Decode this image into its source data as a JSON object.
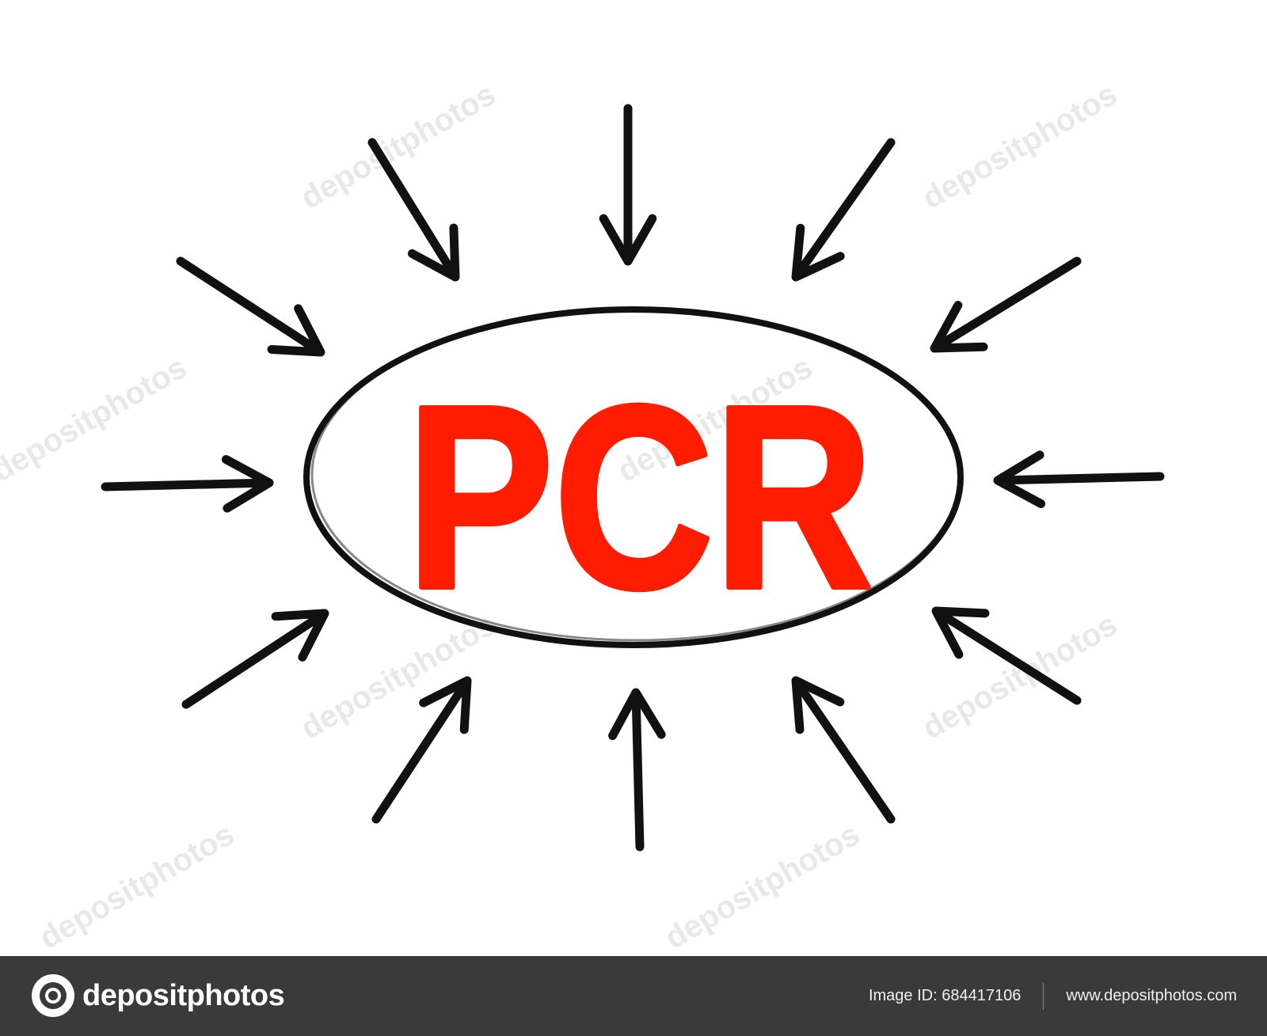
{
  "acronym": "PCR",
  "colors": {
    "acronym_fill": "#ff1c00",
    "ink": "#111111",
    "footer_bg": "#3a3a3a",
    "watermark": "#e6e6e6"
  },
  "watermark_text": "depositphotos",
  "footer": {
    "brand_name": "depositphotos",
    "brand_icon": "camera-icon",
    "image_id": "Image ID: 684417106",
    "site_url": "www.depositphotos.com"
  }
}
